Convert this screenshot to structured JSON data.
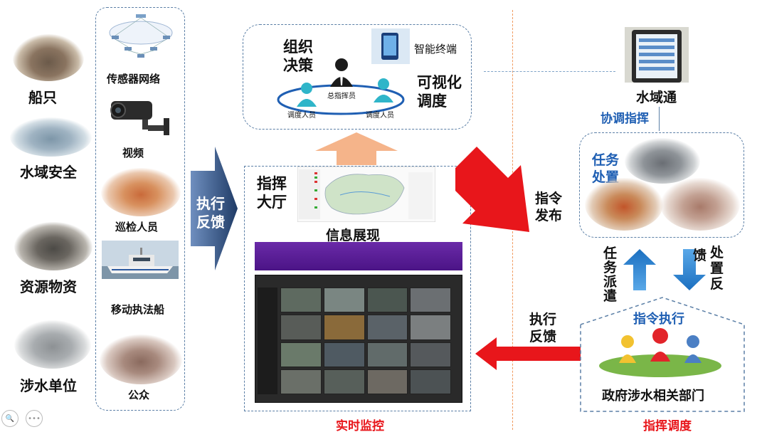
{
  "left_sources": [
    "船只",
    "水域安全",
    "资源物资",
    "涉水单位"
  ],
  "sensors": [
    "传感器网络",
    "视频",
    "巡检人员",
    "移动执法船",
    "公众"
  ],
  "feedback_left": [
    "执行",
    "反馈"
  ],
  "decision": {
    "org_decision": [
      "组织",
      "决策"
    ],
    "smart_terminal": "智能终端",
    "visual_dispatch": [
      "可视化",
      "调度"
    ],
    "chief": "总指挥员",
    "dispatcher_left": "调度人员",
    "dispatcher_right": "调度人员"
  },
  "hall": {
    "title": [
      "指挥",
      "大厅"
    ],
    "info_display": "信息展现",
    "footer": "实时监控"
  },
  "right": {
    "water_app": "水域通",
    "coordinate": "协调指挥",
    "task_handling": [
      "任务",
      "处置"
    ],
    "command_issue": [
      "指令",
      "发布"
    ],
    "task_dispatch": "任务派遣",
    "feedback_handle_col1": "馈",
    "feedback_handle_col2": "处置反",
    "exec_feedback": [
      "执行",
      "反馈"
    ],
    "command_exec": "指令执行",
    "gov_dept": "政府涉水相关部门",
    "footer": "指挥调度"
  },
  "colors": {
    "red": "#e8161b",
    "blue_arrow": "#1f7cc4",
    "navy_arrow": "#2c4a78",
    "purple": "#5b1d96",
    "peach": "#f4b183",
    "dash": "#5b7fa6"
  }
}
